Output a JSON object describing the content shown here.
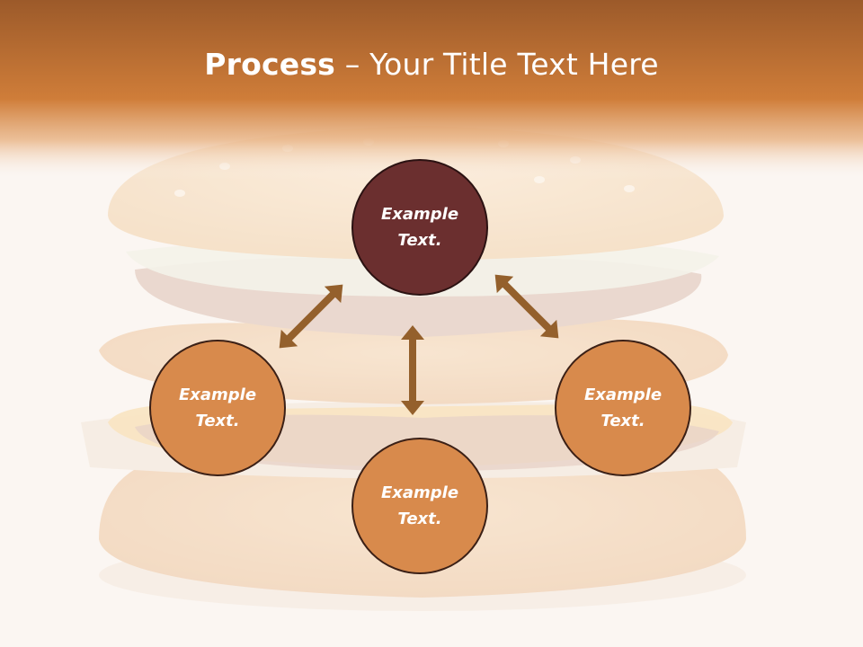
{
  "title": {
    "bold": "Process",
    "rest": " – Your Title Text Here"
  },
  "nodes": [
    {
      "line1": "Example",
      "line2": "Text."
    },
    {
      "line1": "Example",
      "line2": "Text."
    },
    {
      "line1": "Example",
      "line2": "Text."
    },
    {
      "line1": "Example",
      "line2": "Text."
    }
  ],
  "colors": {
    "header": "#c97733",
    "center_node": "#6b2f2f",
    "outer_node": "#d88a4c",
    "node_border": "#3b2016",
    "arrow": "#94602c"
  }
}
